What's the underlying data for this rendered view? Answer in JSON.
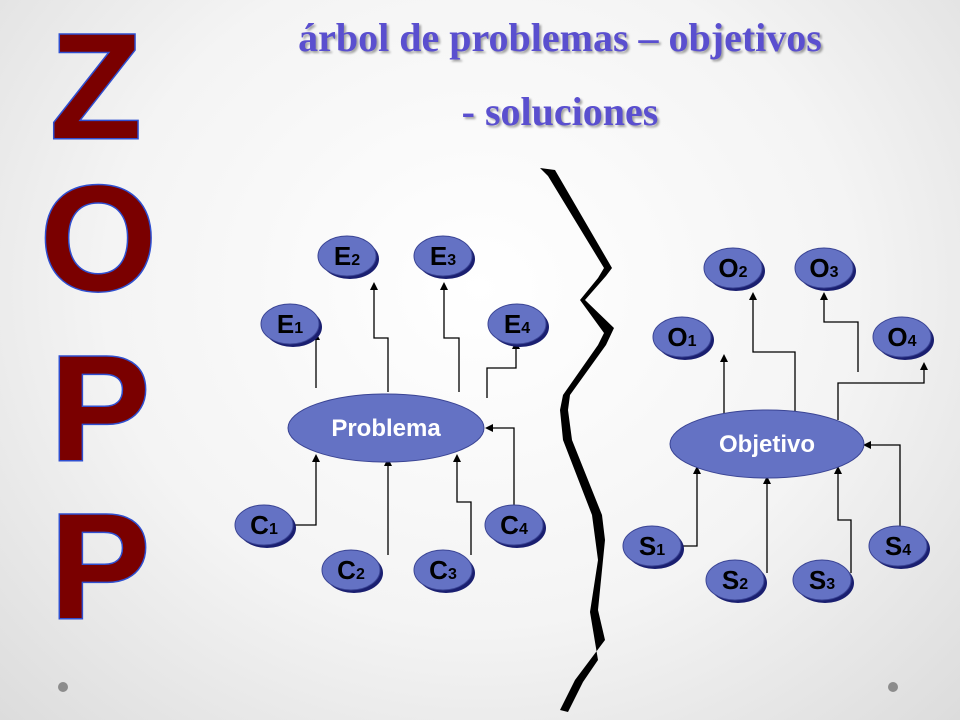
{
  "title": {
    "line1": "árbol  de problemas – objetivos",
    "line2": "- soluciones"
  },
  "zopp_letters": [
    "Z",
    "O",
    "P",
    "P"
  ],
  "problem_tree": {
    "center": "Problema",
    "effects": [
      {
        "id": "E1",
        "letter": "E",
        "sub": "1"
      },
      {
        "id": "E2",
        "letter": "E",
        "sub": "2"
      },
      {
        "id": "E3",
        "letter": "E",
        "sub": "3"
      },
      {
        "id": "E4",
        "letter": "E",
        "sub": "4"
      }
    ],
    "causes": [
      {
        "id": "C1",
        "letter": "C",
        "sub": "1"
      },
      {
        "id": "C2",
        "letter": "C",
        "sub": "2"
      },
      {
        "id": "C3",
        "letter": "C",
        "sub": "3"
      },
      {
        "id": "C4",
        "letter": "C",
        "sub": "4"
      }
    ]
  },
  "objective_tree": {
    "center": "Objetivo",
    "objectives": [
      {
        "id": "O1",
        "letter": "O",
        "sub": "1"
      },
      {
        "id": "O2",
        "letter": "O",
        "sub": "2"
      },
      {
        "id": "O3",
        "letter": "O",
        "sub": "3"
      },
      {
        "id": "O4",
        "letter": "O",
        "sub": "4"
      }
    ],
    "solutions": [
      {
        "id": "S1",
        "letter": "S",
        "sub": "1"
      },
      {
        "id": "S2",
        "letter": "S",
        "sub": "2"
      },
      {
        "id": "S3",
        "letter": "S",
        "sub": "3"
      },
      {
        "id": "S4",
        "letter": "S",
        "sub": "4"
      }
    ]
  },
  "colors": {
    "title": "#5a4fcf",
    "letters_fill": "#7a0000",
    "letters_outline": "#2f4fd0",
    "node_fill": "#6472c4",
    "node_dark": "#1a1f70",
    "divider": "#000000"
  },
  "icons": [
    "bullet-dot-left",
    "bullet-dot-right"
  ]
}
